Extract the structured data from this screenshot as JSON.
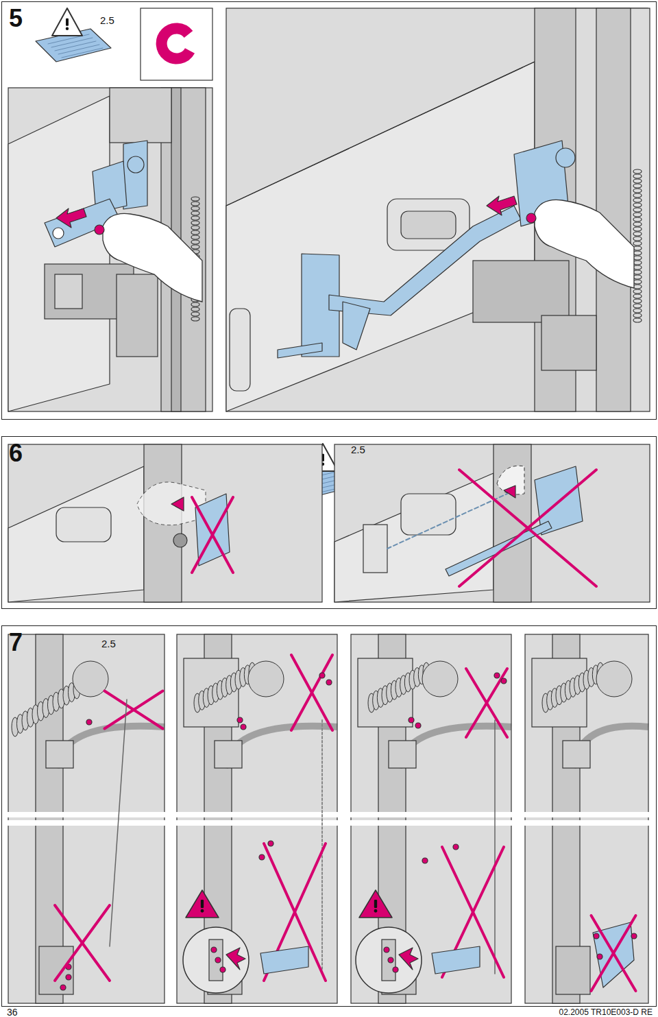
{
  "diagram": {
    "nodes": [
      {
        "text": [
          "5"
        ]
      },
      {
        "text": [
          "6"
        ]
      },
      {
        "text": [
          "7"
        ]
      }
    ],
    "labels": [
      "2.5",
      "2.5",
      "2.5",
      "36",
      "02.2005 TR10E003-D RE"
    ]
  }
}
